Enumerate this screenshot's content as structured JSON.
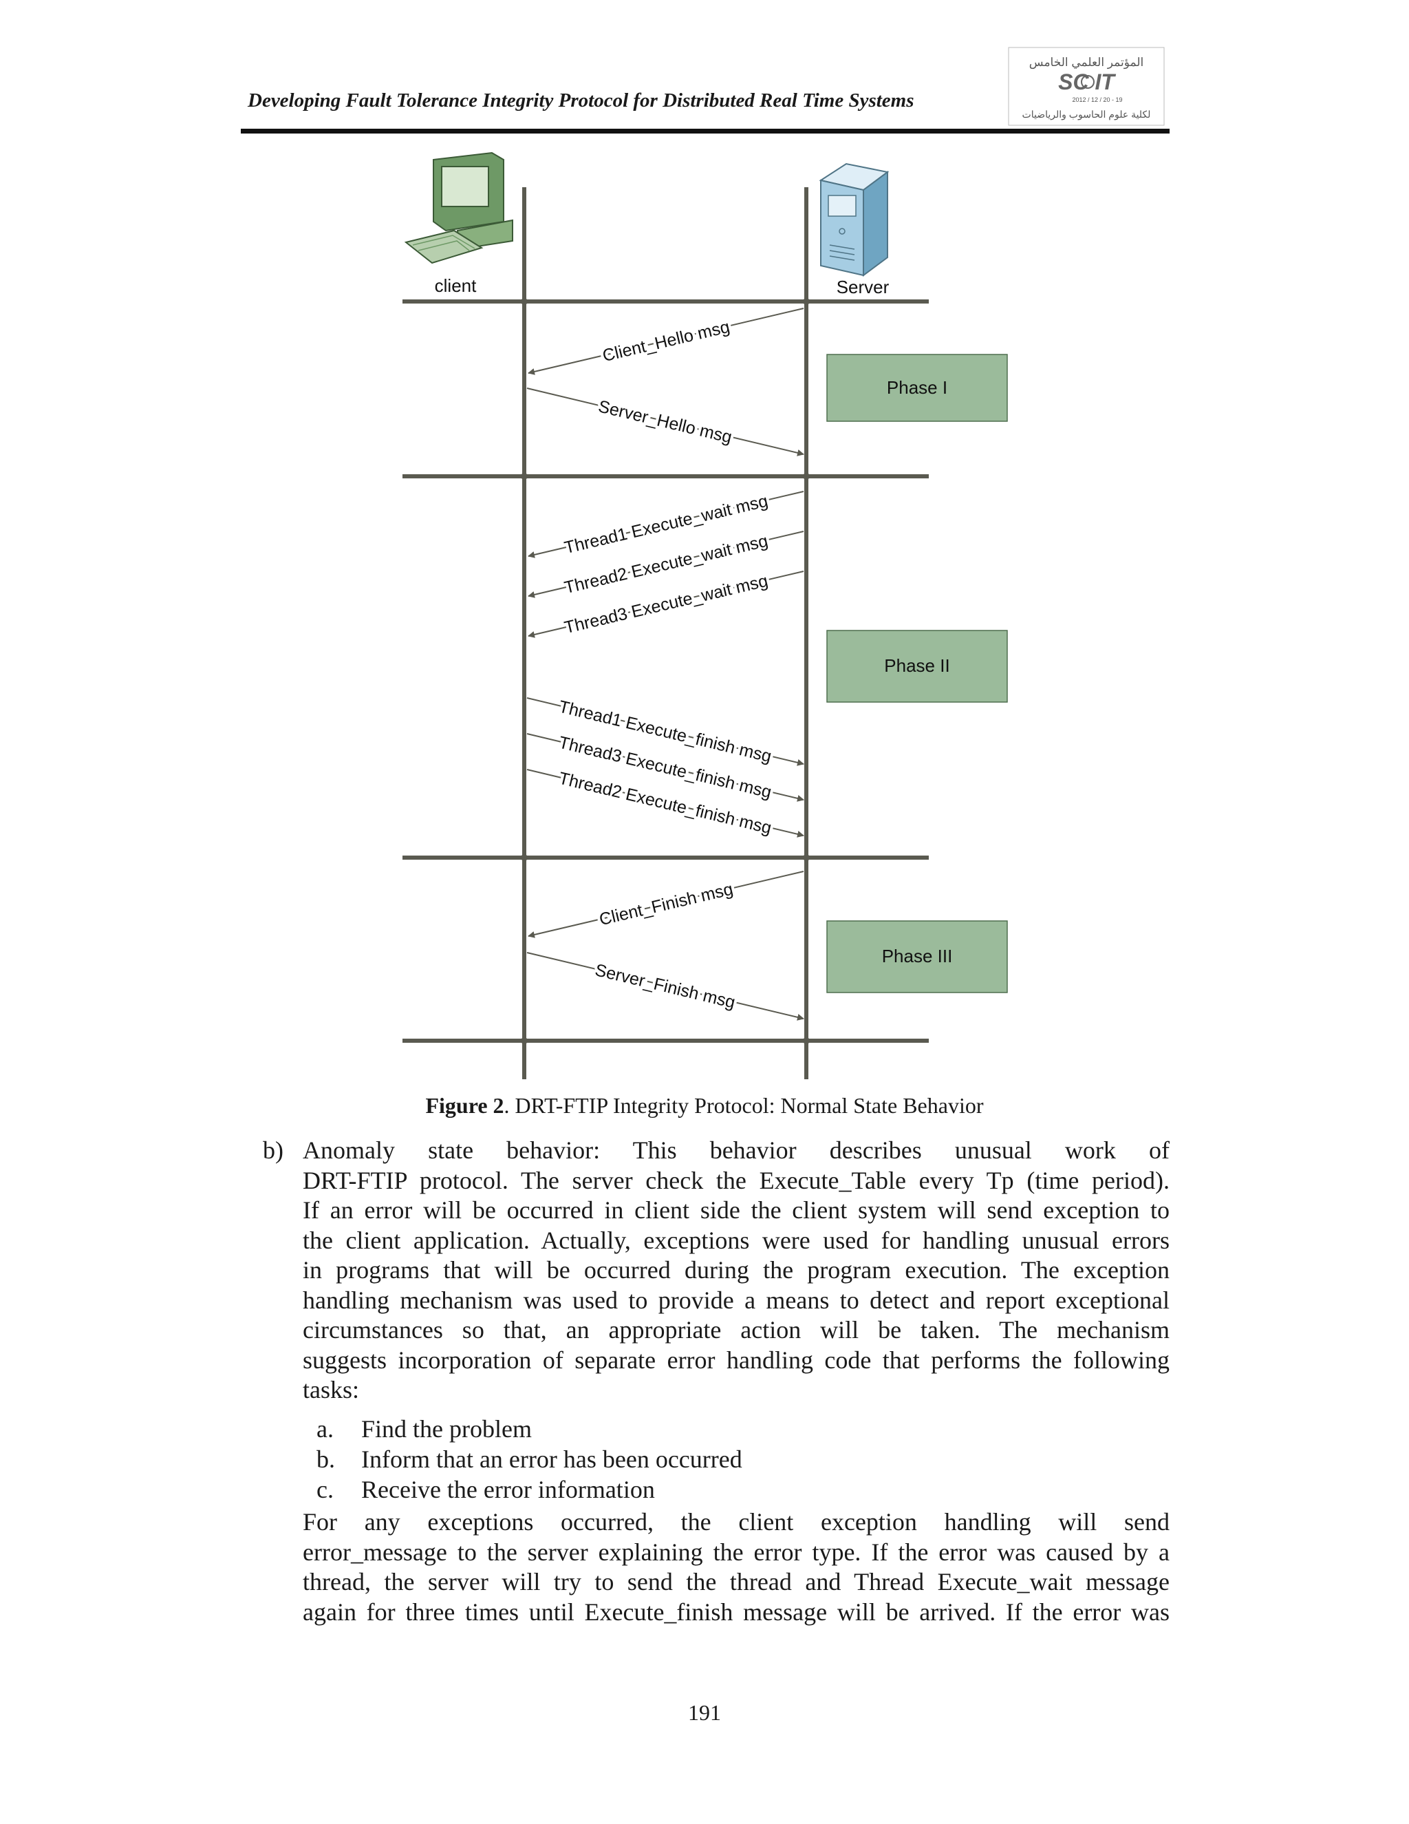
{
  "header": {
    "running_title": "Developing Fault Tolerance Integrity Protocol for Distributed Real Time Systems",
    "logo_text": "SC IT",
    "logo_date": "2012 / 12 / 20 - 19",
    "logo_arabic_top": "المؤتمر العلمي الخامس",
    "logo_arabic_bottom": "لكلية علوم الحاسوب والرياضيات"
  },
  "diagram": {
    "client_label": "client",
    "server_label": "Server",
    "messages": [
      "Client_Hello msg",
      "Server_Hello msg",
      "Thread1 Execute_wait msg",
      "Thread2 Execute_wait msg",
      "Thread3 Execute_wait msg",
      "Thread1 Execute_finish msg",
      "Thread3 Execute_finish msg",
      "Thread2 Execute_finish msg",
      "Client_Finish msg",
      "Server_Finish msg"
    ],
    "phases": [
      "Phase I",
      "Phase II",
      "Phase III"
    ],
    "colors": {
      "phase_fill": "#9bbb9b",
      "line": "#5a5a50"
    }
  },
  "caption": {
    "label": "Figure 2",
    "text": ". DRT-FTIP Integrity Protocol: Normal State Behavior"
  },
  "body": {
    "marker": "b)",
    "para1_lines": [
      "Anomaly state behavior: This behavior describes unusual work of",
      "DRT-FTIP protocol. The server check the Execute_Table every Tp (time period).",
      "If an error will be occurred in client side the client system will send exception to",
      "the client application. Actually, exceptions were used for handling unusual errors",
      "in programs that will be occurred during the program execution.  The exception",
      "handling mechanism was used to provide a means to detect and report exceptional",
      "circumstances so that, an appropriate action will be taken. The mechanism",
      "suggests incorporation of separate error handling code that performs the following",
      "tasks:"
    ],
    "list": [
      {
        "letter": "a.",
        "text": "Find the problem"
      },
      {
        "letter": "b.",
        "text": "Inform that an error has been occurred"
      },
      {
        "letter": "c.",
        "text": "Receive the error information"
      }
    ],
    "para2_lines": [
      "For any exceptions occurred, the client exception handling will send",
      "error_message to the server explaining the error type. If the error was caused by a",
      "thread, the server will try to send the thread and Thread Execute_wait message",
      "again for three times until Execute_finish message will be arrived. If the error was"
    ]
  },
  "page_number": "191"
}
